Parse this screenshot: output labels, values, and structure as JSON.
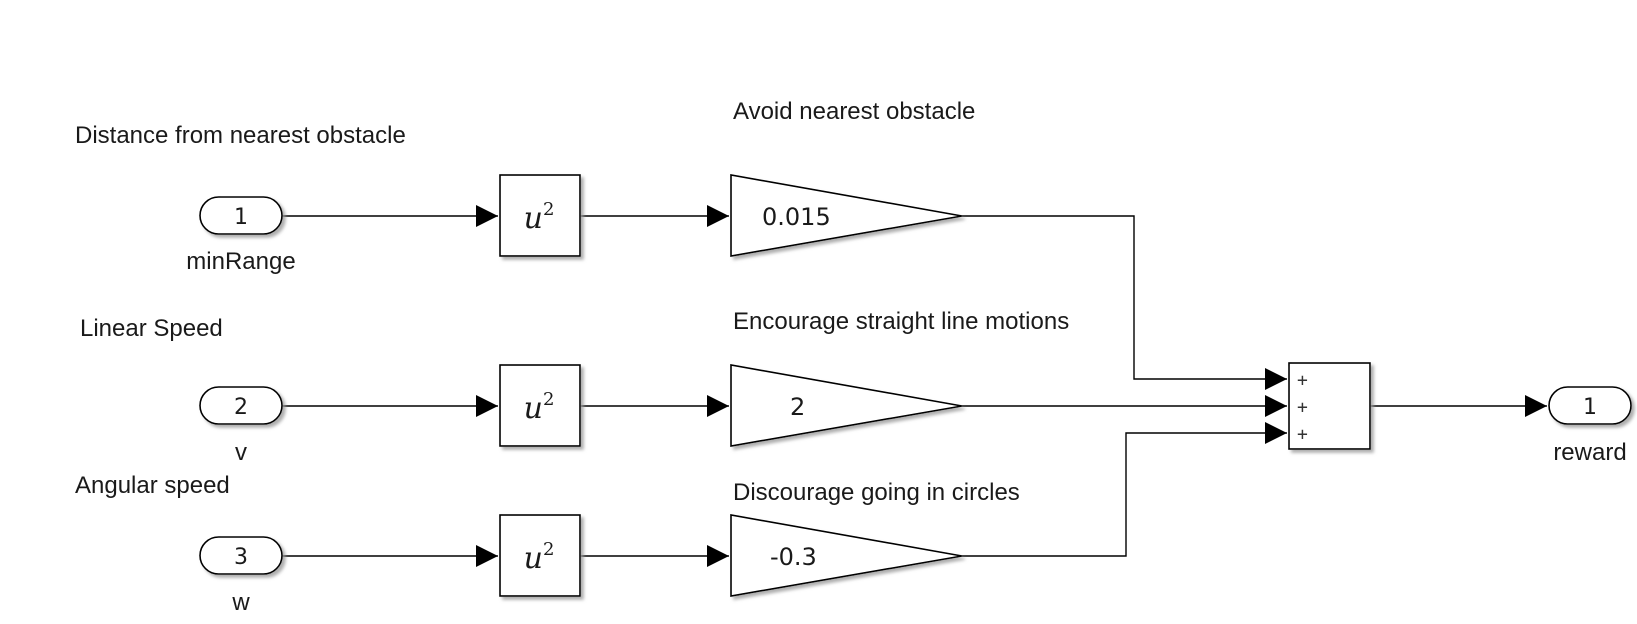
{
  "colors": {
    "background": "#ffffff",
    "line": "#000000",
    "shadow": "#9a9a9a"
  },
  "annotations": {
    "input1": "Distance from nearest obstacle",
    "input2": "Linear Speed",
    "input3": "Angular speed",
    "gain1": "Avoid nearest obstacle",
    "gain2": "Encourage straight line motions",
    "gain3": "Discourage going in circles"
  },
  "inports": [
    {
      "number": "1",
      "name": "minRange"
    },
    {
      "number": "2",
      "name": "v"
    },
    {
      "number": "3",
      "name": "w"
    }
  ],
  "math_blocks": [
    {
      "base": "u",
      "exponent": "2"
    },
    {
      "base": "u",
      "exponent": "2"
    },
    {
      "base": "u",
      "exponent": "2"
    }
  ],
  "gains": [
    {
      "value": "0.015"
    },
    {
      "value": "2"
    },
    {
      "value": "-0.3"
    }
  ],
  "sum_block": {
    "signs": [
      "+",
      "+",
      "+"
    ]
  },
  "outport": {
    "number": "1",
    "name": "reward"
  }
}
